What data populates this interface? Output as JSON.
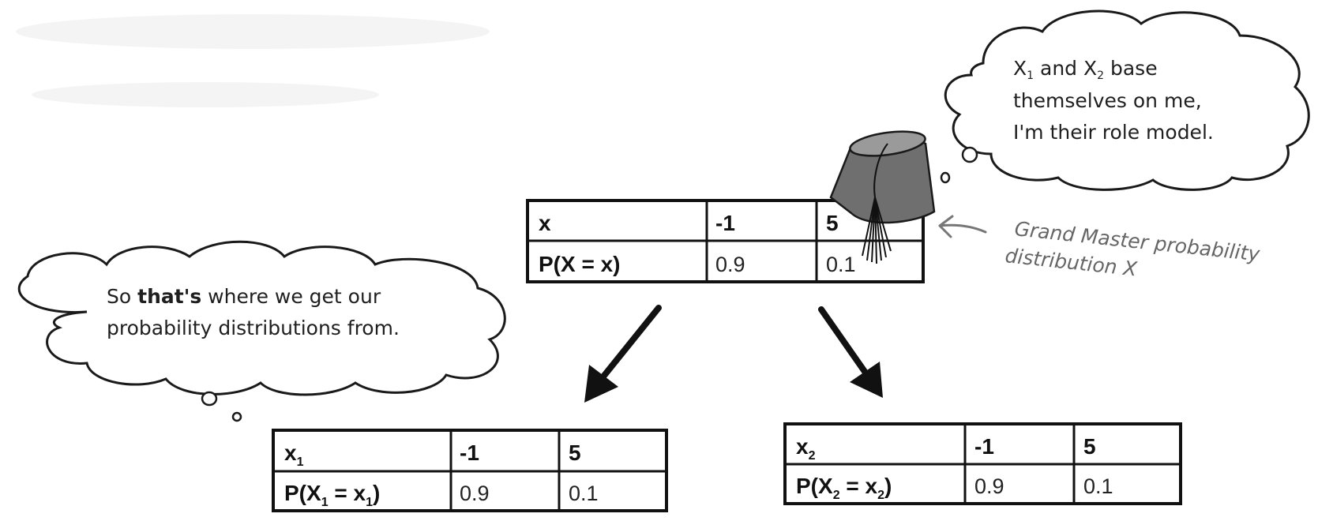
{
  "master_table": {
    "row1": {
      "header": "x",
      "values": [
        "-1",
        "5"
      ]
    },
    "row2": {
      "header": "P(X = x)",
      "values": [
        "0.9",
        "0.1"
      ]
    }
  },
  "table_x1": {
    "row1": {
      "header_main": "x",
      "header_sub": "1",
      "values": [
        "-1",
        "5"
      ]
    },
    "row2": {
      "p_open": "P(X",
      "sub_a": "1",
      "eq": " = x",
      "sub_b": "1",
      "p_close": ")",
      "values": [
        "0.9",
        "0.1"
      ]
    }
  },
  "table_x2": {
    "row1": {
      "header_main": "x",
      "header_sub": "2",
      "values": [
        "-1",
        "5"
      ]
    },
    "row2": {
      "p_open": "P(X",
      "sub_a": "2",
      "eq": " = x",
      "sub_b": "2",
      "p_close": ")",
      "values": [
        "0.9",
        "0.1"
      ]
    }
  },
  "thought_left": {
    "line1_before": "So ",
    "line1_bold": "that's",
    "line1_after": " where we get our",
    "line2": "probability distributions from."
  },
  "thought_right": {
    "x_a": "X",
    "sub_a": "1",
    "and_text": " and X",
    "sub_b": "2",
    "base_text": " base",
    "line2": "themselves on me,",
    "line3": "I'm their role model."
  },
  "annotation": {
    "line1": "Grand Master probability",
    "line2": "distribution X"
  },
  "colors": {
    "ink": "#111111",
    "annotation_grey": "#666666",
    "fez_grey": "#6f6f6f"
  },
  "icons": [
    "fez-hat-icon",
    "thought-cloud-icon",
    "arrow-down-left-icon",
    "arrow-down-right-icon",
    "curved-pointer-arrow-icon"
  ]
}
